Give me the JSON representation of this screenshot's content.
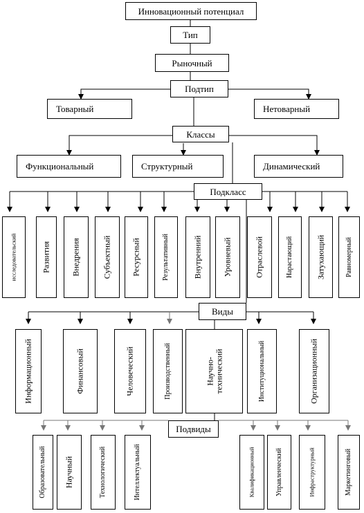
{
  "root": "Инновационный потенциал",
  "type_label": "Тип",
  "type_value": "Рыночный",
  "subtype_label": "Подтип",
  "subtypes": [
    "Товарный",
    "Нетоварный"
  ],
  "classes_label": "Классы",
  "classes": [
    "Функциональный",
    "Структурный",
    "Динамический"
  ],
  "subclasses_label": "Подкласс",
  "subclasses": [
    "исследовательский",
    "Развития",
    "Внедрения",
    "Субъектный",
    "Ресурсный",
    "Результативный",
    "Внутренний",
    "Уровневый",
    "Отраслевой",
    "Нарастающий",
    "Затухающий",
    "Равномерный"
  ],
  "kinds_label": "Виды",
  "kinds": [
    "Информационный",
    "Финансовый",
    "Человеческий",
    "Производственный",
    "Научно-\nтехнический",
    "Институциональный",
    "Организационный"
  ],
  "subkinds_label": "Подвиды",
  "subkinds": [
    "Образовательный",
    "Научный",
    "Технологический",
    "Интеллектуальный",
    "Квалификационный",
    "Управленческий",
    "Инфраструктурный",
    "Маркетинговый"
  ]
}
